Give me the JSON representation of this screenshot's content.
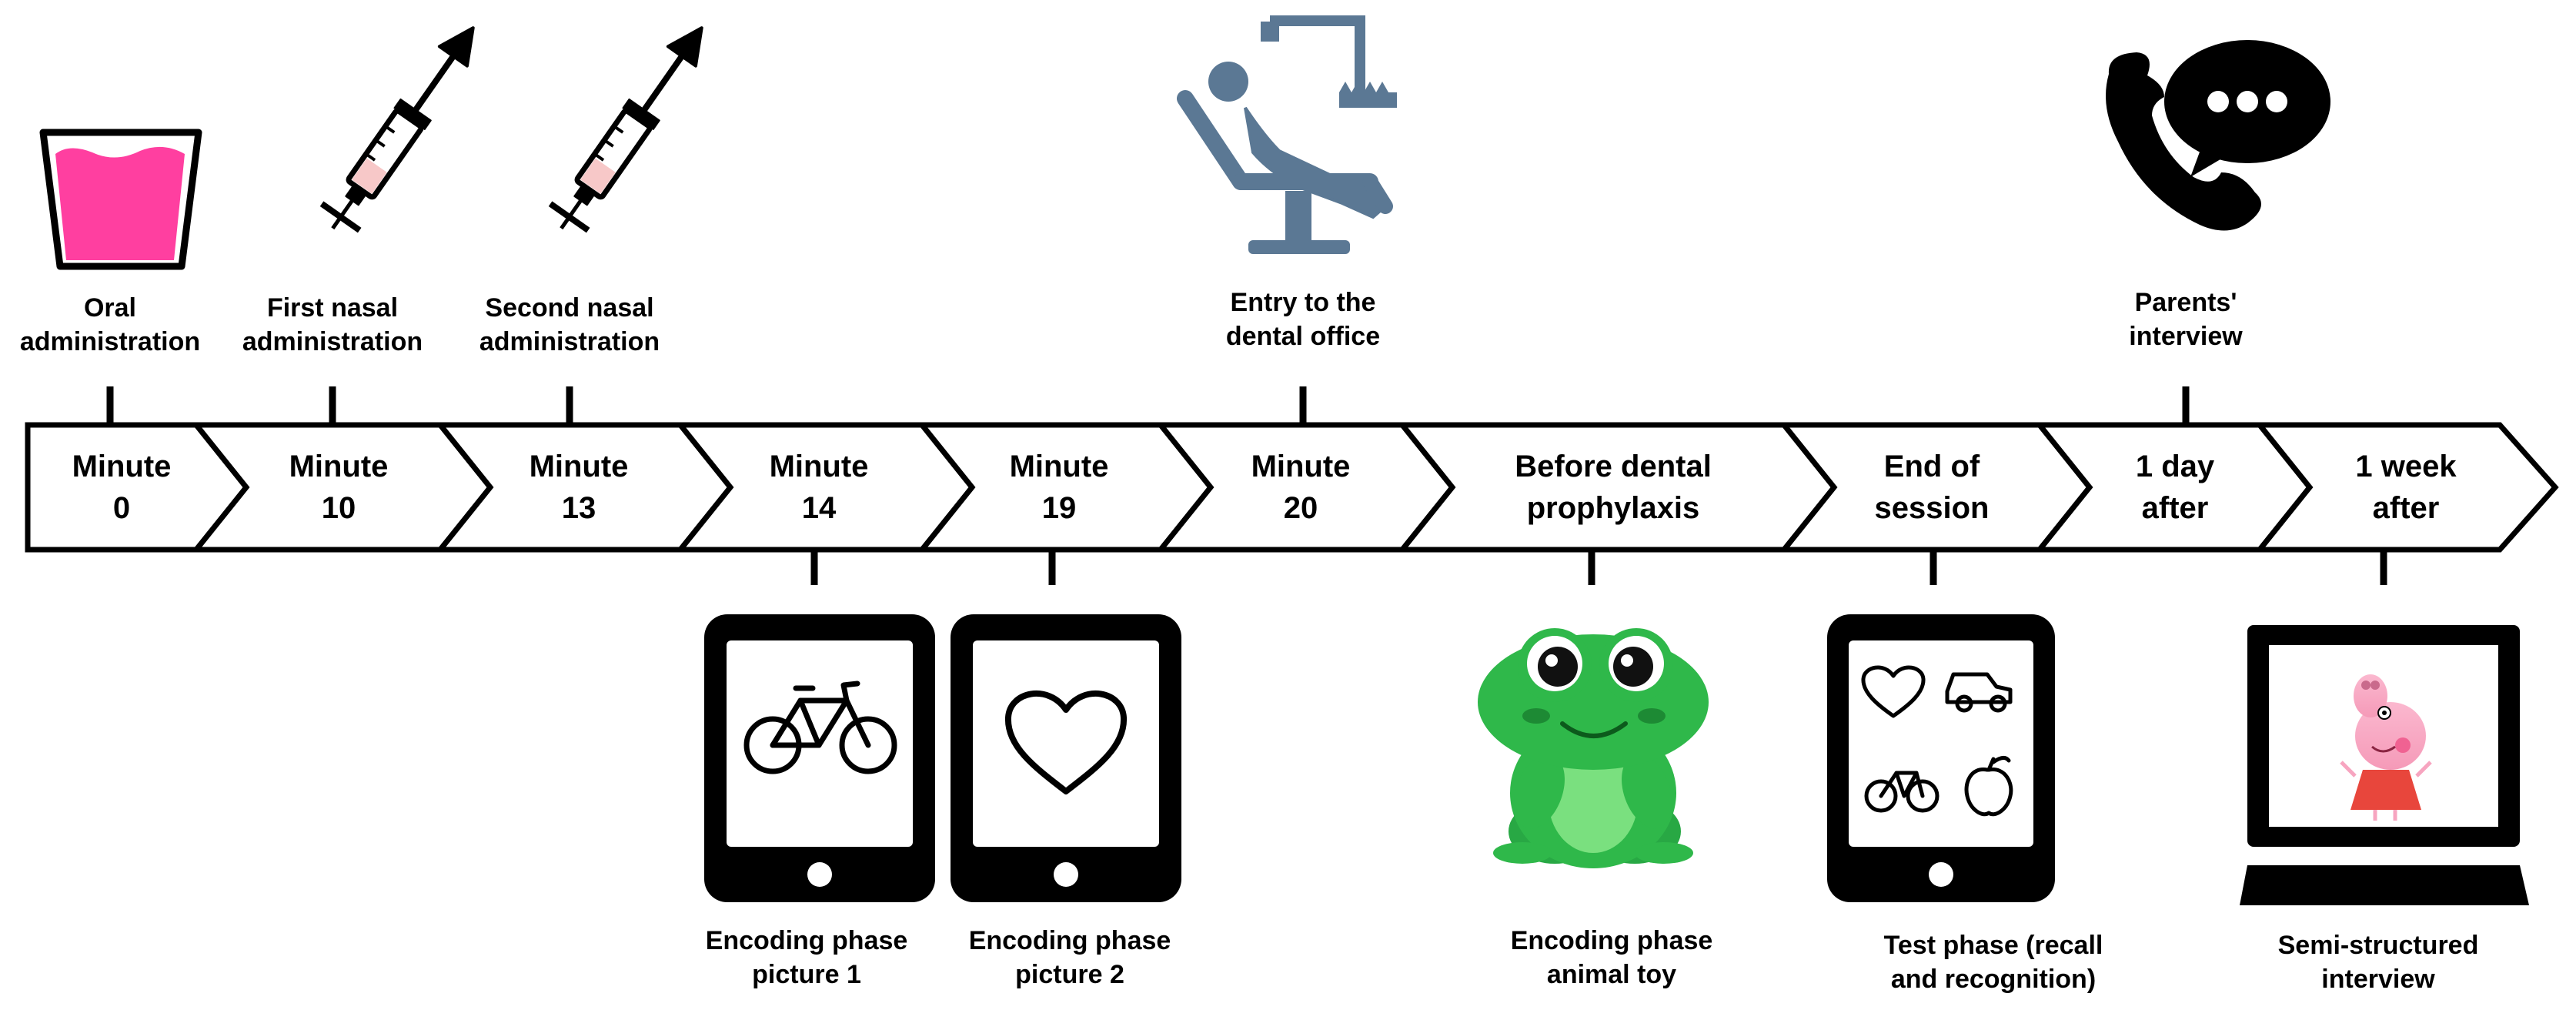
{
  "colors": {
    "stroke": "#000000",
    "cup_liquid": "#ff3fa0",
    "syringe_fill": "#f7c8c8",
    "dental_blue": "#5b7894",
    "frog_green": "#2fb84a",
    "frog_light": "#7ae07f",
    "pig_pink": "#f7a5c0",
    "pig_dress": "#e8463c"
  },
  "timeline": {
    "steps": [
      {
        "line1": "Minute",
        "line2": "0"
      },
      {
        "line1": "Minute",
        "line2": "10"
      },
      {
        "line1": "Minute",
        "line2": "13"
      },
      {
        "line1": "Minute",
        "line2": "14"
      },
      {
        "line1": "Minute",
        "line2": "19"
      },
      {
        "line1": "Minute",
        "line2": "20"
      },
      {
        "line1": "Before dental",
        "line2": "prophylaxis"
      },
      {
        "line1": "End of",
        "line2": "session"
      },
      {
        "line1": "1 day",
        "line2": "after"
      },
      {
        "line1": "1 week",
        "line2": "after"
      }
    ]
  },
  "top_events": [
    {
      "line1": "Oral",
      "line2": "administration",
      "icon": "cup-icon"
    },
    {
      "line1": "First nasal",
      "line2": "administration",
      "icon": "syringe-icon"
    },
    {
      "line1": "Second nasal",
      "line2": "administration",
      "icon": "syringe-icon"
    },
    {
      "line1": "Entry to the",
      "line2": "dental office",
      "icon": "dental-chair-icon"
    },
    {
      "line1": "Parents'",
      "line2": "interview",
      "icon": "phone-chat-icon"
    }
  ],
  "bottom_events": [
    {
      "line1": "Encoding phase",
      "line2": "picture 1",
      "icon": "tablet-bicycle-icon"
    },
    {
      "line1": "Encoding phase",
      "line2": "picture 2",
      "icon": "tablet-heart-icon"
    },
    {
      "line1": "Encoding phase",
      "line2": "animal toy",
      "icon": "frog-toy-icon"
    },
    {
      "line1": "Test phase (recall",
      "line2": "and recognition)",
      "icon": "tablet-items-icon"
    },
    {
      "line1": "Semi-structured",
      "line2": "interview",
      "icon": "monitor-peppa-icon"
    }
  ]
}
